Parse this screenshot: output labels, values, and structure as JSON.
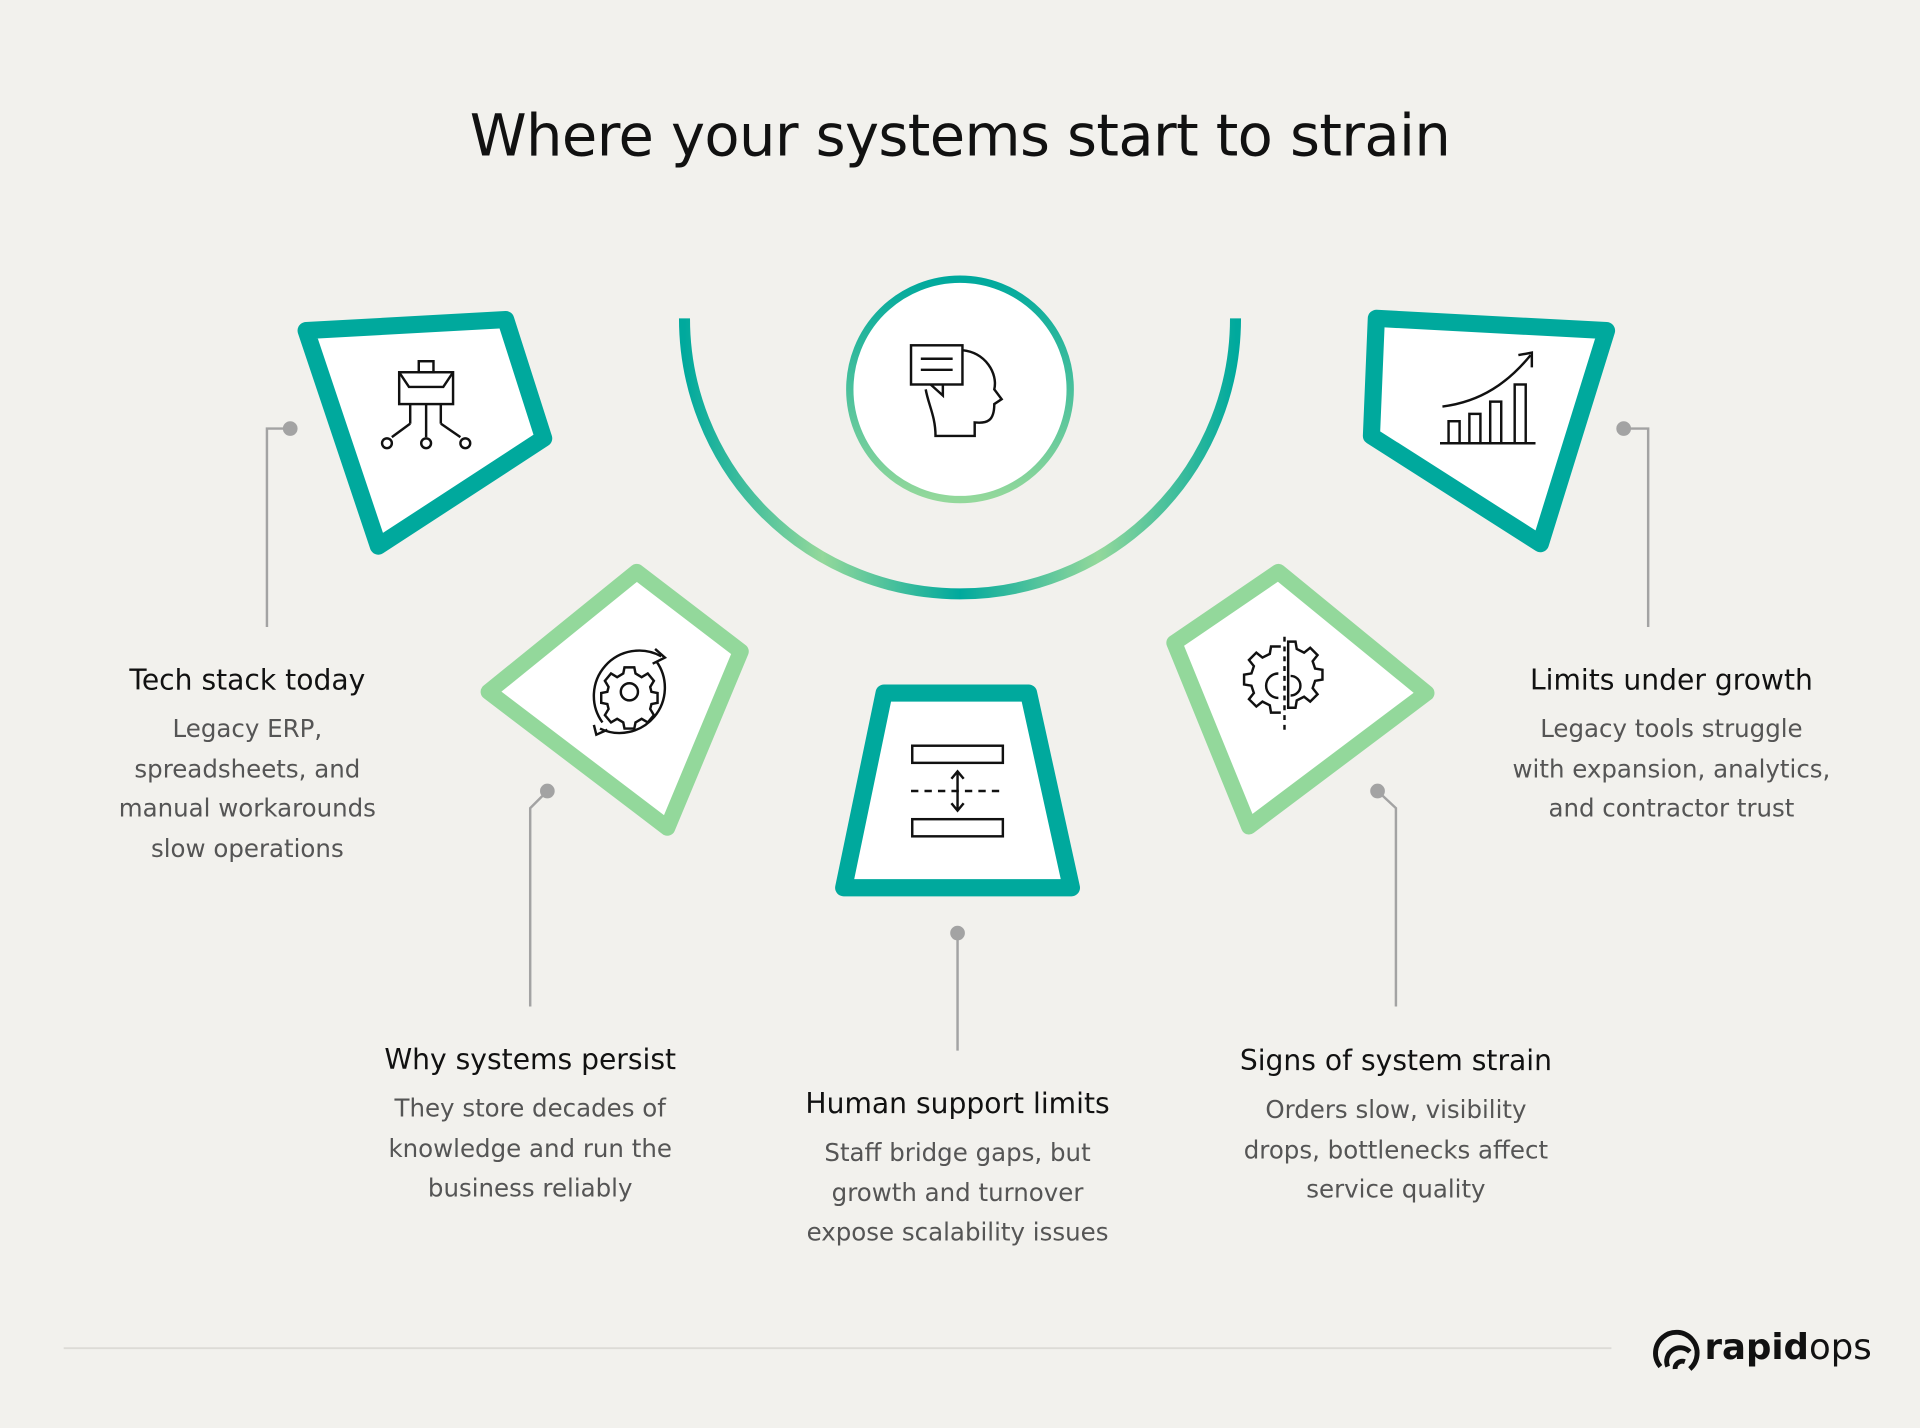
{
  "title": "Where your systems start to strain",
  "colors": {
    "teal": "#00a99d",
    "light_green": "#93d89b",
    "background": "#f2f1ed",
    "connector": "#a3a3a3"
  },
  "items": [
    {
      "heading": "Tech stack today",
      "body": [
        "Legacy ERP,",
        "spreadsheets, and",
        "manual workarounds",
        "slow operations"
      ],
      "icon": "org-chart-briefcase-icon"
    },
    {
      "heading": "Why systems persist",
      "body": [
        "They store decades of",
        "knowledge and run the",
        "business reliably"
      ],
      "icon": "gear-refresh-icon"
    },
    {
      "heading": "Human support limits",
      "body": [
        "Staff bridge gaps, but",
        "growth and turnover",
        "expose scalability issues"
      ],
      "icon": "resize-vertical-icon"
    },
    {
      "heading": "Signs of system strain",
      "body": [
        "Orders slow, visibility",
        "drops, bottlenecks affect",
        "service quality"
      ],
      "icon": "split-gear-icon"
    },
    {
      "heading": "Limits under growth",
      "body": [
        "Legacy tools struggle",
        "with expansion, analytics,",
        "and contractor trust"
      ],
      "icon": "growth-chart-icon"
    }
  ],
  "center_icon": "head-speech-icon",
  "logo": {
    "bold": "rapid",
    "light": "ops"
  }
}
